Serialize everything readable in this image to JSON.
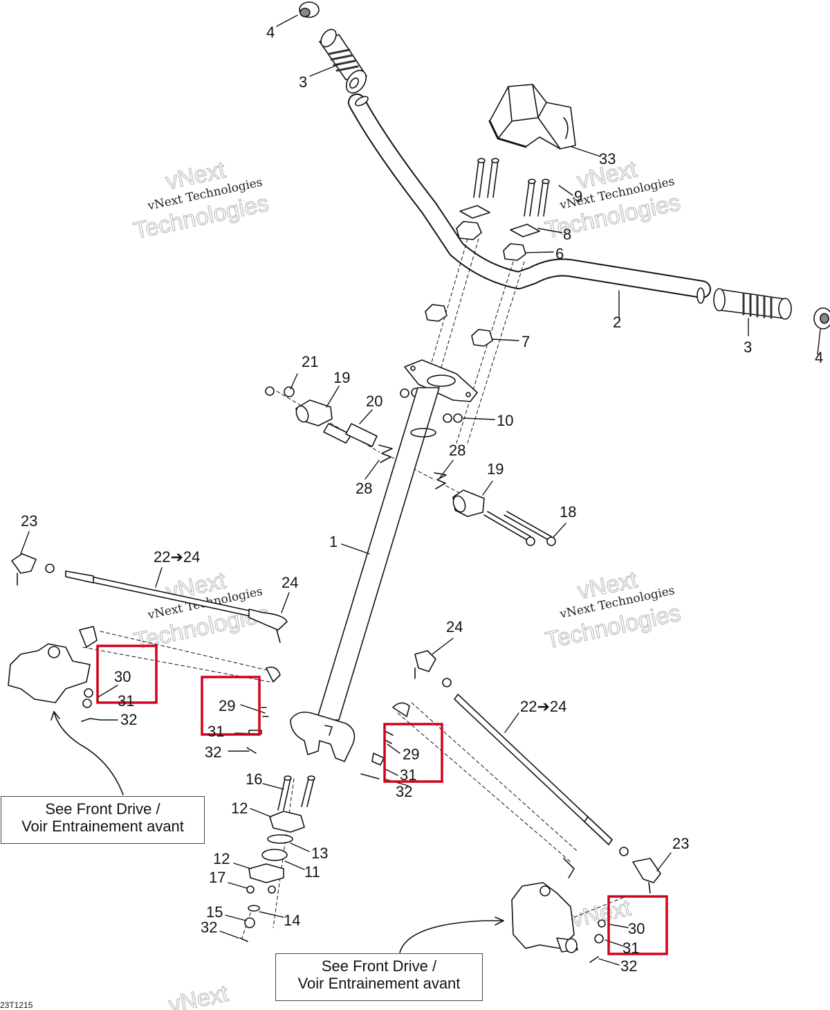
{
  "drawing_code": "23T1215",
  "watermark": {
    "line1": "vNext Technologies",
    "line2a": "vNext",
    "line2b": "Technologies"
  },
  "references": [
    {
      "line1": "See Front Drive /",
      "line2": "Voir Entrainement avant"
    },
    {
      "line1": "See Front Drive /",
      "line2": "Voir Entrainement avant"
    }
  ],
  "callouts": {
    "c1": "1",
    "c2": "2",
    "c3a": "3",
    "c3b": "3",
    "c4a": "4",
    "c4b": "4",
    "c6": "6",
    "c7": "7",
    "c8": "8",
    "c9": "9",
    "c10": "10",
    "c11": "11",
    "c12a": "12",
    "c12b": "12",
    "c13": "13",
    "c14": "14",
    "c15": "15",
    "c16": "16",
    "c17": "17",
    "c18": "18",
    "c19a": "19",
    "c19b": "19",
    "c20": "20",
    "c21": "21",
    "c22a": "22➔24",
    "c22b": "22➔24",
    "c23a": "23",
    "c23b": "23",
    "c24a": "24",
    "c24b": "24",
    "c28a": "28",
    "c28b": "28",
    "c29a": "29",
    "c29b": "29",
    "c30a": "30",
    "c30b": "30",
    "c31a": "31",
    "c31b": "31",
    "c31c": "31",
    "c31d": "31",
    "c32a": "32",
    "c32b": "32",
    "c32c": "32",
    "c32d": "32",
    "c32e": "32",
    "c33": "33"
  },
  "colors": {
    "line": "#111111",
    "highlight": "#d0021b",
    "watermark": "#bdbdbd"
  }
}
